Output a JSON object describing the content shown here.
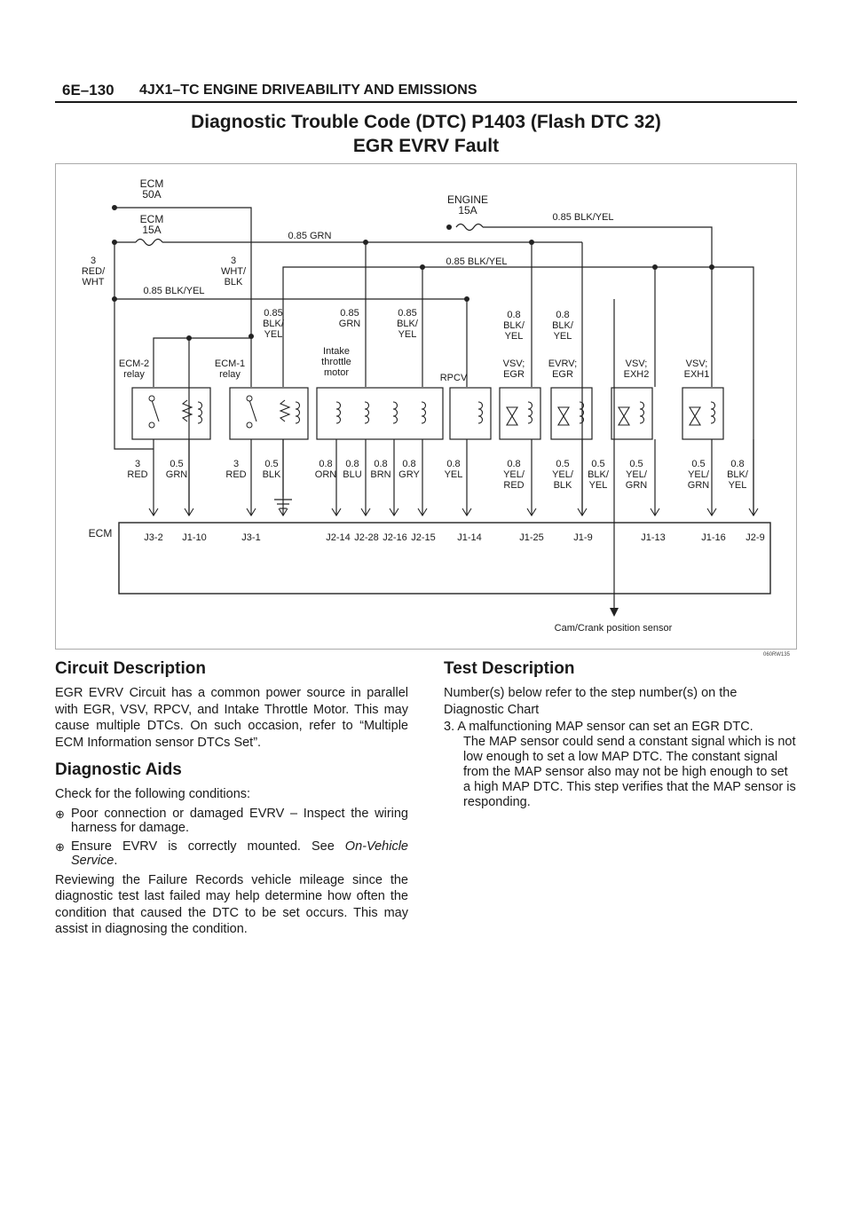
{
  "header": {
    "page_number": "6E–130",
    "section_title": "4JX1–TC ENGINE DRIVEABILITY AND EMISSIONS"
  },
  "title": {
    "line1": "Diagnostic Trouble Code (DTC) P1403 (Flash DTC 32)",
    "line2": "EGR EVRV Fault"
  },
  "diagram": {
    "figure_id": "060RW135",
    "fuses": {
      "ecm_50a": [
        "ECM",
        "50A"
      ],
      "ecm_15a": [
        "ECM",
        "15A"
      ],
      "engine_15a": [
        "ENGINE",
        "15A"
      ]
    },
    "wire_labels": {
      "grn": "0.85 GRN",
      "blk_yel_top": "0.85 BLK/YEL",
      "blk_yel_mid": "0.85 BLK/YEL",
      "blk_yel_left": "0.85 BLK/YEL",
      "red_wht": [
        "3",
        "RED/",
        "WHT"
      ],
      "wht_blk": [
        "3",
        "WHT/",
        "BLK"
      ]
    },
    "upper_wires": [
      [
        "0.85",
        "BLK/",
        "YEL"
      ],
      [
        "0.85",
        "GRN"
      ],
      [
        "0.85",
        "BLK/",
        "YEL"
      ],
      [
        "0.8",
        "BLK/",
        "YEL"
      ],
      [
        "0.8",
        "BLK/",
        "YEL"
      ]
    ],
    "components": [
      [
        "ECM-2",
        "relay"
      ],
      [
        "ECM-1",
        "relay"
      ],
      [
        "Intake",
        "throttle",
        "motor"
      ],
      [
        "RPCV"
      ],
      [
        "VSV;",
        "EGR"
      ],
      [
        "EVRV;",
        "EGR"
      ],
      [
        "VSV;",
        "EXH2"
      ],
      [
        "VSV;",
        "EXH1"
      ]
    ],
    "lower_wires": [
      [
        "3",
        "RED"
      ],
      [
        "0.5",
        "GRN"
      ],
      [
        "3",
        "RED"
      ],
      [
        "0.5",
        "BLK"
      ],
      [
        "0.8",
        "ORN"
      ],
      [
        "0.8",
        "BLU"
      ],
      [
        "0.8",
        "BRN"
      ],
      [
        "0.8",
        "GRY"
      ],
      [
        "0.8",
        "YEL"
      ],
      [
        "0.8",
        "YEL/",
        "RED"
      ],
      [
        "0.5",
        "YEL/",
        "BLK"
      ],
      [
        "0.5",
        "BLK/",
        "YEL"
      ],
      [
        "0.5",
        "YEL/",
        "GRN"
      ],
      [
        "0.5",
        "YEL/",
        "GRN"
      ],
      [
        "0.8",
        "BLK/",
        "YEL"
      ]
    ],
    "ecm_label": "ECM",
    "pins": [
      "J3-2",
      "J1-10",
      "J3-1",
      "J2-14",
      "J2-28",
      "J2-16",
      "J2-15",
      "J1-14",
      "J1-25",
      "J1-9",
      "J1-13",
      "J1-16",
      "J2-9"
    ],
    "sensor_label": "Cam/Crank position sensor"
  },
  "circuit_description": {
    "heading": "Circuit Description",
    "text": "EGR EVRV Circuit has a common power source in parallel with EGR, VSV, RPCV, and Intake Throttle Motor. This may cause multiple DTCs. On such occasion, refer to “Multiple ECM Information sensor DTCs Set”."
  },
  "diagnostic_aids": {
    "heading": "Diagnostic Aids",
    "intro": "Check for the following conditions:",
    "bullet_symbol": "⊕",
    "bullet1": "Poor connection or damaged EVRV – Inspect the wiring harness for damage.",
    "bullet2_pre": "Ensure EVRV is correctly mounted. See ",
    "bullet2_em": "On-Vehicle Service",
    "bullet2_post": ".",
    "closing": "Reviewing the Failure Records vehicle mileage since the diagnostic test last failed may help determine how often the condition that caused the DTC to be set occurs. This may assist in diagnosing the condition."
  },
  "test_description": {
    "heading": "Test Description",
    "intro": "Number(s) below refer to the step number(s) on the Diagnostic Chart",
    "item_lead": "3. A malfunctioning MAP sensor can set an EGR DTC.",
    "item_cont": "The MAP sensor could send a constant signal which is not low enough to set a low MAP DTC. The constant signal from the MAP sensor also may not be high enough to set a high MAP DTC. This step verifies that the MAP sensor is responding."
  }
}
